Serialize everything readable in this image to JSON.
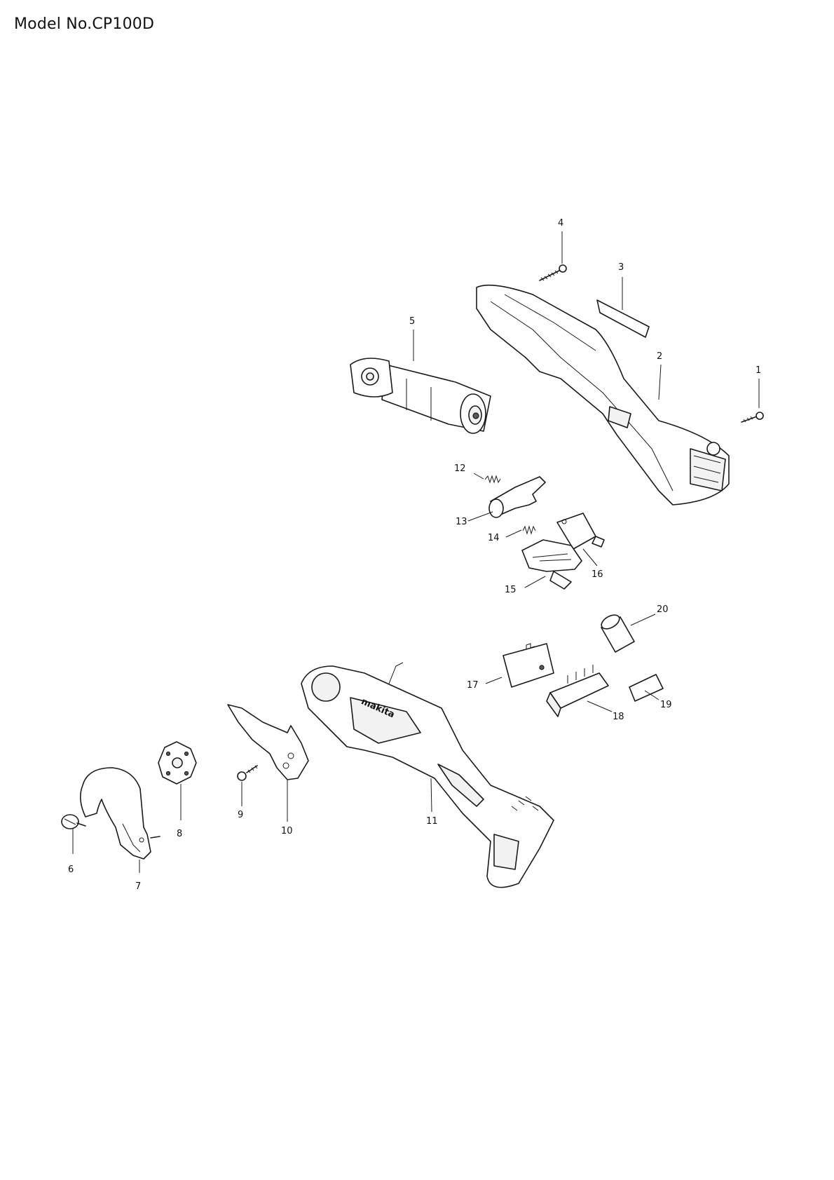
{
  "header": {
    "model": "Model No.CP100D"
  },
  "diagram": {
    "callouts": [
      "1",
      "2",
      "3",
      "4",
      "5",
      "6",
      "7",
      "8",
      "9",
      "10",
      "11",
      "12",
      "13",
      "14",
      "15",
      "16",
      "17",
      "18",
      "19",
      "20"
    ],
    "brand_mark": "makita"
  }
}
